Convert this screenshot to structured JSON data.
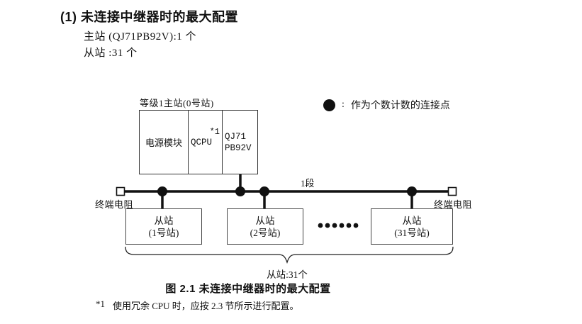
{
  "heading": {
    "title": "(1) 未连接中继器时的最大配置",
    "line1": "主站 (QJ71PB92V):1 个",
    "line2": "从站 :31 个"
  },
  "master": {
    "label": "等级1主站(0号站)",
    "power_module": "电源模块",
    "cpu": "QCPU",
    "cpu_note": "*1",
    "network_line1": "QJ71",
    "network_line2": "PB92V"
  },
  "legend": {
    "separator": ":",
    "text": "作为个数计数的连接点"
  },
  "bus": {
    "segment_label": "1段",
    "terminator_left": "终端电阻",
    "terminator_right": "终端电阻"
  },
  "slaves": [
    {
      "line1": "从站",
      "line2": "(1号站)"
    },
    {
      "line1": "从站",
      "line2": "(2号站)"
    },
    {
      "line1": "从站",
      "line2": "(31号站)"
    }
  ],
  "summary": {
    "brace_label": "从站:31个"
  },
  "caption": "图 2.1 未连接中继器时的最大配置",
  "footnote": {
    "marker": "*1",
    "text": "使用冗余 CPU 时，应按 2.3 节所示进行配置。"
  }
}
